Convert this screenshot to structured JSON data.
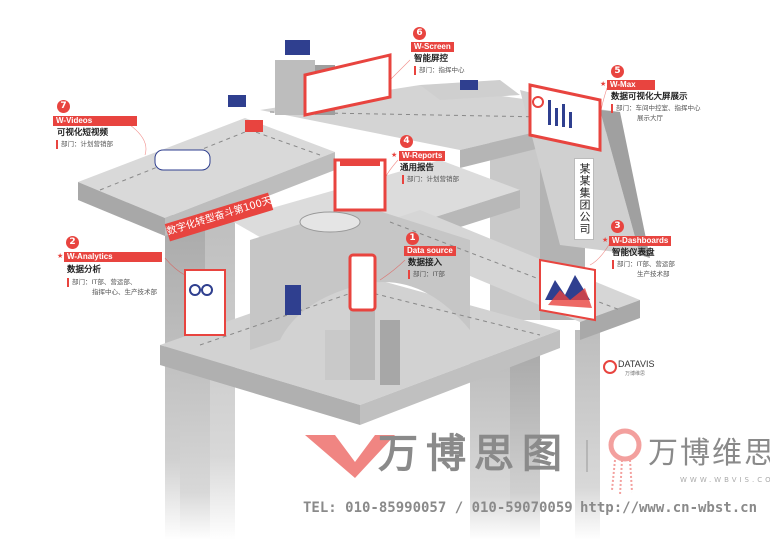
{
  "callouts": [
    {
      "num": "7",
      "tag": "W-Videos",
      "title": "可视化短视频",
      "dept": "部门：计划营销部"
    },
    {
      "num": "6",
      "tag": "W-Screen",
      "title": "智能屏控",
      "dept": "部门：指挥中心"
    },
    {
      "num": "5",
      "tag": "W-Max",
      "title": "数据可视化大屏展示",
      "dept": "部门：车间中控室、指挥中心",
      "dept2": "展示大厅"
    },
    {
      "num": "4",
      "tag": "W-Reports",
      "title": "通用报告",
      "dept": "部门：计划营销部"
    },
    {
      "num": "1",
      "tag": "Data source",
      "title": "数据接入",
      "dept": "部门：IT部"
    },
    {
      "num": "3",
      "tag": "W-Dashboards",
      "title": "智能仪表盘",
      "dept": "部门：IT部、营运部",
      "dept2": "生产技术部"
    },
    {
      "num": "2",
      "tag": "W-Analytics",
      "title": "数据分析",
      "dept": "部门：IT部、营运部、",
      "dept2": "指挥中心、生产技术部"
    }
  ],
  "banner": "数字化转型奋斗第100天",
  "company_sign": "某某集团公司",
  "datavis": {
    "name": "DATAVIS",
    "sub": "万博维思"
  },
  "footer": {
    "brand1": "万博思图",
    "brand2": "万博维思",
    "brand2_url": "WWW.WBVIS.COM",
    "tel": "TEL: 010-85990057 / 010-59070059",
    "url": "http://www.cn-wbst.cn"
  },
  "colors": {
    "accent": "#e8443f",
    "structure": "#c4c4c4",
    "navy": "#2f3f8f"
  }
}
